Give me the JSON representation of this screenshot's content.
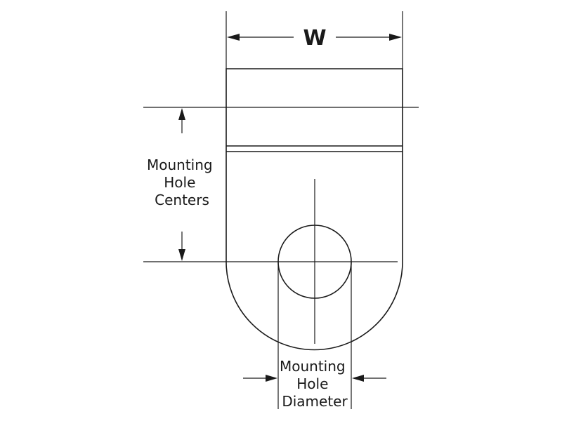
{
  "labels": {
    "width": "W",
    "mounting_hole_centers": [
      "Mounting",
      "Hole",
      "Centers"
    ],
    "mounting_hole_diameter": [
      "Mounting",
      "Hole",
      "Diameter"
    ]
  },
  "colors": {
    "line": "#1a1a1a",
    "background": "#ffffff"
  }
}
